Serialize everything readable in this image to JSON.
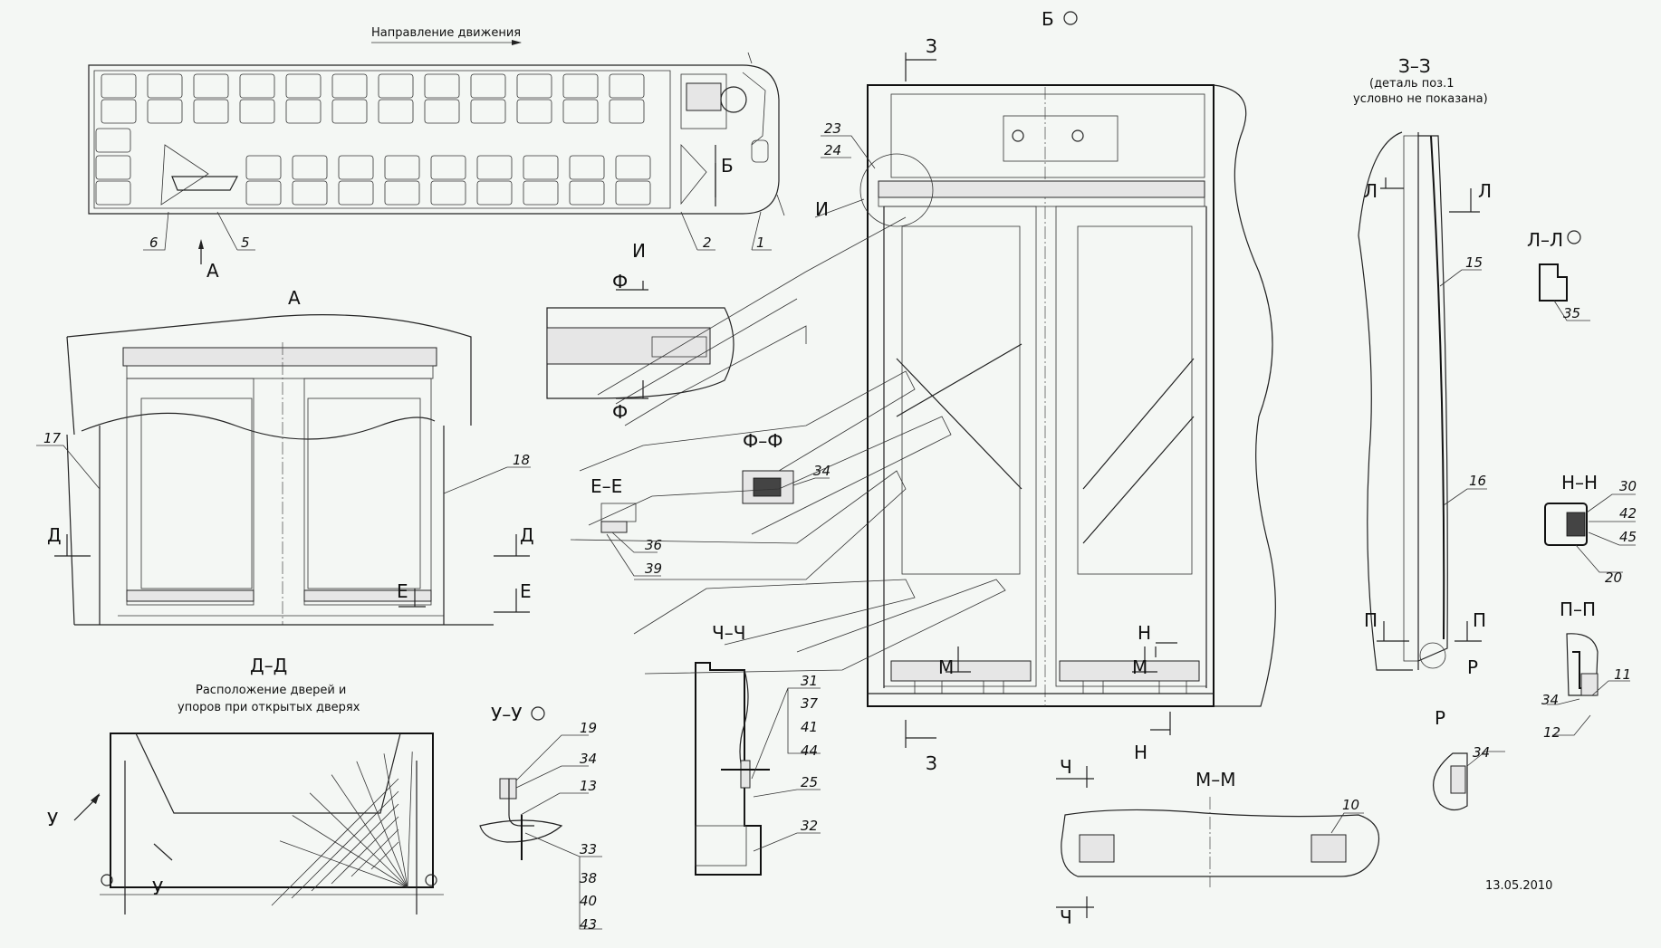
{
  "sheet": {
    "direction_label": "Направление движения",
    "date": "13.05.2010"
  },
  "views": {
    "a_title": "А",
    "b_title": "Б",
    "i_title": "И",
    "z_title": "З–З",
    "z_note_1": "(деталь поз.1",
    "z_note_2": "условно не показана)",
    "d_title": "Д–Д",
    "d_note_1": "Расположение дверей и",
    "d_note_2": "упоров при открытых дверях",
    "u_title": "У–У",
    "ch_title": "Ч–Ч",
    "e_title": "Е–Е",
    "f_title": "Ф–Ф",
    "m_title": "М–М",
    "l_title": "Л–Л",
    "n_title": "Н–Н",
    "p_title": "П–П",
    "r_title": "Р"
  },
  "section_marks": {
    "a": "А",
    "b": "Б",
    "d": "Д",
    "e": "Е",
    "f": "Ф",
    "z": "З",
    "n": "Н",
    "m": "М",
    "ch": "Ч",
    "u": "У",
    "l": "Л",
    "p": "П",
    "r": "Р",
    "i": "И"
  },
  "positions": {
    "p1": "1",
    "p2": "2",
    "p5": "5",
    "p6": "6",
    "p10": "10",
    "p11": "11",
    "p12": "12",
    "p13": "13",
    "p15": "15",
    "p16": "16",
    "p17": "17",
    "p18": "18",
    "p19": "19",
    "p20": "20",
    "p23": "23",
    "p24": "24",
    "p25": "25",
    "p30": "30",
    "p31": "31",
    "p32": "32",
    "p33": "33",
    "p34": "34",
    "p35": "35",
    "p36": "36",
    "p37": "37",
    "p38": "38",
    "p39": "39",
    "p40": "40",
    "p41": "41",
    "p42": "42",
    "p43": "43",
    "p44": "44",
    "p45": "45"
  },
  "colors": {
    "background": "#f4f7f4",
    "line": "#222222"
  }
}
